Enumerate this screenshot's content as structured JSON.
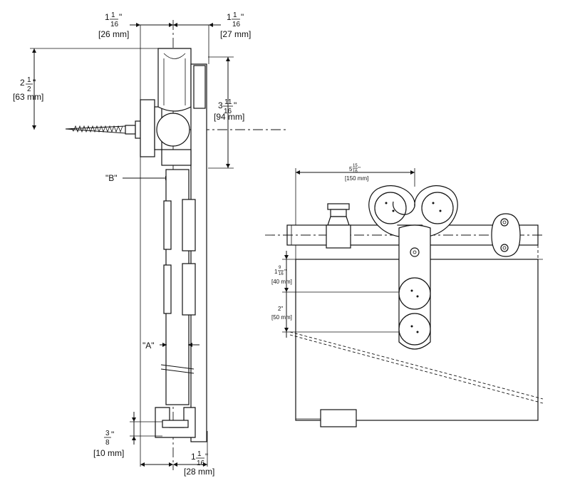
{
  "side_view": {
    "top_left": {
      "whole": "1",
      "num": "1",
      "den": "16",
      "inch": "\"",
      "mm": "[26 mm]"
    },
    "top_right": {
      "whole": "1",
      "num": "1",
      "den": "16",
      "inch": "\"",
      "mm": "[27 mm]"
    },
    "left_height": {
      "whole": "2",
      "num": "1",
      "den": "2",
      "inch": "\"",
      "mm": "[63 mm]"
    },
    "right_height": {
      "whole": "3",
      "num": "11",
      "den": "16",
      "inch": "\"",
      "mm": "[94 mm]"
    },
    "label_b": "\"B\"",
    "label_a": "\"A\"",
    "bottom_small": {
      "num": "3",
      "den": "8",
      "inch": "\"",
      "mm": "[10 mm]"
    },
    "bottom_right": {
      "whole": "1",
      "num": "1",
      "den": "16",
      "inch": "\"",
      "mm": "[28 mm]"
    }
  },
  "front_view": {
    "top_width": {
      "whole": "5",
      "num": "15",
      "den": "16",
      "inch": "\"",
      "mm": "[150 mm]"
    },
    "mid": {
      "whole": "1",
      "num": "9",
      "den": "16",
      "inch": "\"",
      "mm": "[40 mm]"
    },
    "lower": {
      "text": "2\"",
      "mm": "[50 mm]"
    }
  }
}
